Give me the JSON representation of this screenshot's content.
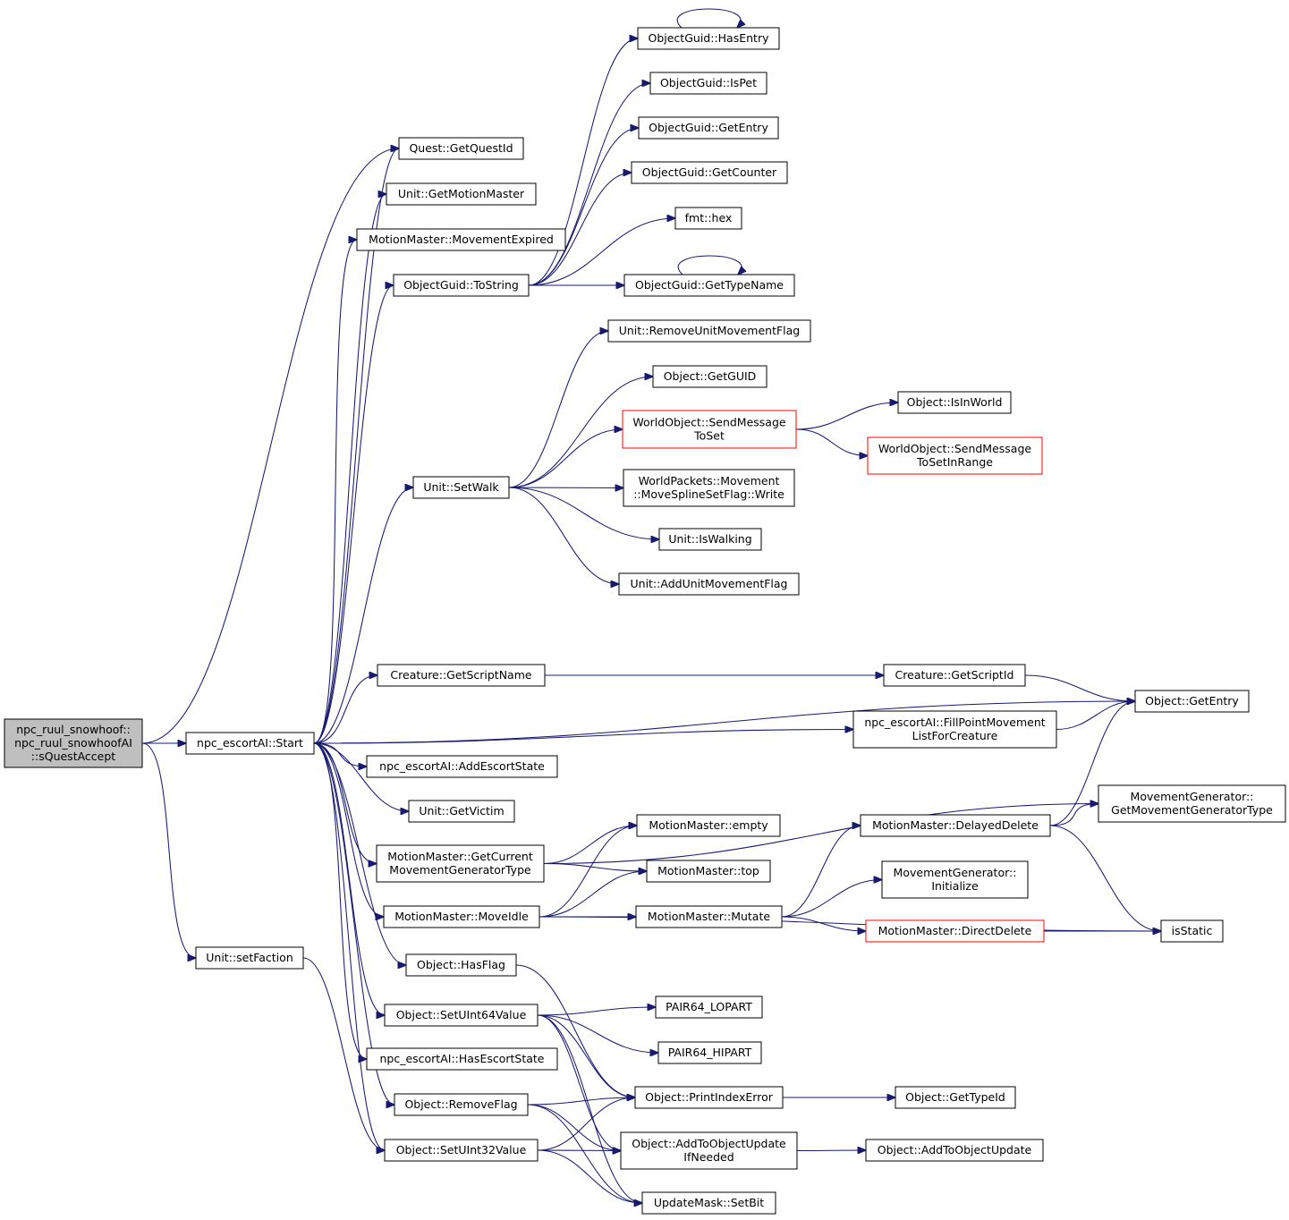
{
  "graph": {
    "nodes": [
      {
        "id": "root",
        "lines": [
          "npc_ruul_snowhoof::",
          "npc_ruul_snowhoofAI",
          "::sQuestAccept"
        ]
      },
      {
        "id": "start",
        "lines": [
          "npc_escortAI::Start"
        ]
      },
      {
        "id": "setfaction",
        "lines": [
          "Unit::setFaction"
        ]
      },
      {
        "id": "getquestid",
        "lines": [
          "Quest::GetQuestId"
        ]
      },
      {
        "id": "getmotionmaster",
        "lines": [
          "Unit::GetMotionMaster"
        ]
      },
      {
        "id": "movementexpired",
        "lines": [
          "MotionMaster::MovementExpired"
        ]
      },
      {
        "id": "tostring",
        "lines": [
          "ObjectGuid::ToString"
        ]
      },
      {
        "id": "hasentry",
        "lines": [
          "ObjectGuid::HasEntry"
        ]
      },
      {
        "id": "ispet",
        "lines": [
          "ObjectGuid::IsPet"
        ]
      },
      {
        "id": "guidgetentry",
        "lines": [
          "ObjectGuid::GetEntry"
        ]
      },
      {
        "id": "getcounter",
        "lines": [
          "ObjectGuid::GetCounter"
        ]
      },
      {
        "id": "hex",
        "lines": [
          "fmt::hex"
        ]
      },
      {
        "id": "gettypename",
        "lines": [
          "ObjectGuid::GetTypeName"
        ]
      },
      {
        "id": "removeunitmovementflag",
        "lines": [
          "Unit::RemoveUnitMovementFlag"
        ]
      },
      {
        "id": "getguid",
        "lines": [
          "Object::GetGUID"
        ]
      },
      {
        "id": "sendmessagetoset",
        "lines": [
          "WorldObject::SendMessage",
          "ToSet"
        ]
      },
      {
        "id": "isinworld",
        "lines": [
          "Object::IsInWorld"
        ]
      },
      {
        "id": "sendmessagetosetinrange",
        "lines": [
          "WorldObject::SendMessage",
          "ToSetInRange"
        ]
      },
      {
        "id": "setwalk",
        "lines": [
          "Unit::SetWalk"
        ]
      },
      {
        "id": "movesplinesetflag",
        "lines": [
          "WorldPackets::Movement",
          "::MoveSplineSetFlag::Write"
        ]
      },
      {
        "id": "iswalking",
        "lines": [
          "Unit::IsWalking"
        ]
      },
      {
        "id": "addunitmovementflag",
        "lines": [
          "Unit::AddUnitMovementFlag"
        ]
      },
      {
        "id": "getscriptname",
        "lines": [
          "Creature::GetScriptName"
        ]
      },
      {
        "id": "getscriptid",
        "lines": [
          "Creature::GetScriptId"
        ]
      },
      {
        "id": "objgetentry",
        "lines": [
          "Object::GetEntry"
        ]
      },
      {
        "id": "fillpointmovement",
        "lines": [
          "npc_escortAI::FillPointMovement",
          "ListForCreature"
        ]
      },
      {
        "id": "addescortstate",
        "lines": [
          "npc_escortAI::AddEscortState"
        ]
      },
      {
        "id": "getvictim",
        "lines": [
          "Unit::GetVictim"
        ]
      },
      {
        "id": "getmovgentype",
        "lines": [
          "MovementGenerator::",
          "GetMovementGeneratorType"
        ]
      },
      {
        "id": "mmempty",
        "lines": [
          "MotionMaster::empty"
        ]
      },
      {
        "id": "delayeddelete",
        "lines": [
          "MotionMaster::DelayedDelete"
        ]
      },
      {
        "id": "getcurrentmgt",
        "lines": [
          "MotionMaster::GetCurrent",
          "MovementGeneratorType"
        ]
      },
      {
        "id": "mmtop",
        "lines": [
          "MotionMaster::top"
        ]
      },
      {
        "id": "mginitialize",
        "lines": [
          "MovementGenerator::",
          "Initialize"
        ]
      },
      {
        "id": "moveidle",
        "lines": [
          "MotionMaster::MoveIdle"
        ]
      },
      {
        "id": "mutate",
        "lines": [
          "MotionMaster::Mutate"
        ]
      },
      {
        "id": "directdelete",
        "lines": [
          "MotionMaster::DirectDelete"
        ]
      },
      {
        "id": "isstatic",
        "lines": [
          "isStatic"
        ]
      },
      {
        "id": "hasflag",
        "lines": [
          "Object::HasFlag"
        ]
      },
      {
        "id": "setuint64",
        "lines": [
          "Object::SetUInt64Value"
        ]
      },
      {
        "id": "pair64lo",
        "lines": [
          "PAIR64_LOPART"
        ]
      },
      {
        "id": "pair64hi",
        "lines": [
          "PAIR64_HIPART"
        ]
      },
      {
        "id": "hasescortstate",
        "lines": [
          "npc_escortAI::HasEscortState"
        ]
      },
      {
        "id": "printindexerror",
        "lines": [
          "Object::PrintIndexError"
        ]
      },
      {
        "id": "gettypeid",
        "lines": [
          "Object::GetTypeId"
        ]
      },
      {
        "id": "removeflag",
        "lines": [
          "Object::RemoveFlag"
        ]
      },
      {
        "id": "addtoobjupdifneeded",
        "lines": [
          "Object::AddToObjectUpdate",
          "IfNeeded"
        ]
      },
      {
        "id": "addtoobjupd",
        "lines": [
          "Object::AddToObjectUpdate"
        ]
      },
      {
        "id": "setuint32",
        "lines": [
          "Object::SetUInt32Value"
        ]
      },
      {
        "id": "setbit",
        "lines": [
          "UpdateMask::SetBit"
        ]
      }
    ],
    "edges": [
      [
        "root",
        "getquestid"
      ],
      [
        "root",
        "start"
      ],
      [
        "root",
        "setfaction"
      ],
      [
        "start",
        "getquestid"
      ],
      [
        "start",
        "getmotionmaster"
      ],
      [
        "start",
        "movementexpired"
      ],
      [
        "start",
        "tostring"
      ],
      [
        "start",
        "setwalk"
      ],
      [
        "start",
        "objgetentry"
      ],
      [
        "start",
        "getscriptname"
      ],
      [
        "start",
        "fillpointmovement"
      ],
      [
        "start",
        "addescortstate"
      ],
      [
        "start",
        "getvictim"
      ],
      [
        "start",
        "getcurrentmgt"
      ],
      [
        "start",
        "moveidle"
      ],
      [
        "start",
        "hasflag"
      ],
      [
        "start",
        "setuint64"
      ],
      [
        "start",
        "hasescortstate"
      ],
      [
        "start",
        "removeflag"
      ],
      [
        "start",
        "setuint32"
      ],
      [
        "tostring",
        "hasentry"
      ],
      [
        "tostring",
        "ispet"
      ],
      [
        "tostring",
        "guidgetentry"
      ],
      [
        "tostring",
        "getcounter"
      ],
      [
        "tostring",
        "hex"
      ],
      [
        "tostring",
        "gettypename"
      ],
      [
        "hasentry",
        "hasentry"
      ],
      [
        "gettypename",
        "gettypename"
      ],
      [
        "setwalk",
        "removeunitmovementflag"
      ],
      [
        "setwalk",
        "getguid"
      ],
      [
        "setwalk",
        "sendmessagetoset"
      ],
      [
        "setwalk",
        "movesplinesetflag"
      ],
      [
        "setwalk",
        "iswalking"
      ],
      [
        "setwalk",
        "addunitmovementflag"
      ],
      [
        "sendmessagetoset",
        "isinworld"
      ],
      [
        "sendmessagetoset",
        "sendmessagetosetinrange"
      ],
      [
        "getscriptname",
        "getscriptid"
      ],
      [
        "getscriptid",
        "objgetentry"
      ],
      [
        "fillpointmovement",
        "objgetentry"
      ],
      [
        "getcurrentmgt",
        "getmovgentype"
      ],
      [
        "getcurrentmgt",
        "mmempty"
      ],
      [
        "getcurrentmgt",
        "mmtop"
      ],
      [
        "moveidle",
        "mmempty"
      ],
      [
        "moveidle",
        "mmtop"
      ],
      [
        "moveidle",
        "mutate"
      ],
      [
        "moveidle",
        "isstatic"
      ],
      [
        "mutate",
        "delayeddelete"
      ],
      [
        "mutate",
        "mginitialize"
      ],
      [
        "mutate",
        "directdelete"
      ],
      [
        "delayeddelete",
        "getmovgentype"
      ],
      [
        "delayeddelete",
        "objgetentry"
      ],
      [
        "delayeddelete",
        "isstatic"
      ],
      [
        "directdelete",
        "isstatic"
      ],
      [
        "hasflag",
        "printindexerror"
      ],
      [
        "setuint64",
        "pair64lo"
      ],
      [
        "setuint64",
        "pair64hi"
      ],
      [
        "setuint64",
        "printindexerror"
      ],
      [
        "setuint64",
        "addtoobjupdifneeded"
      ],
      [
        "setuint64",
        "setbit"
      ],
      [
        "removeflag",
        "printindexerror"
      ],
      [
        "removeflag",
        "addtoobjupdifneeded"
      ],
      [
        "removeflag",
        "setbit"
      ],
      [
        "setuint32",
        "printindexerror"
      ],
      [
        "setuint32",
        "addtoobjupdifneeded"
      ],
      [
        "setuint32",
        "setbit"
      ],
      [
        "printindexerror",
        "gettypeid"
      ],
      [
        "addtoobjupdifneeded",
        "addtoobjupd"
      ],
      [
        "setfaction",
        "setuint32"
      ]
    ]
  },
  "colors": {
    "edge": "#191970",
    "root_fill": "#bfbfbf",
    "node_border": "#000000",
    "truncated_border": "#ff0000"
  }
}
